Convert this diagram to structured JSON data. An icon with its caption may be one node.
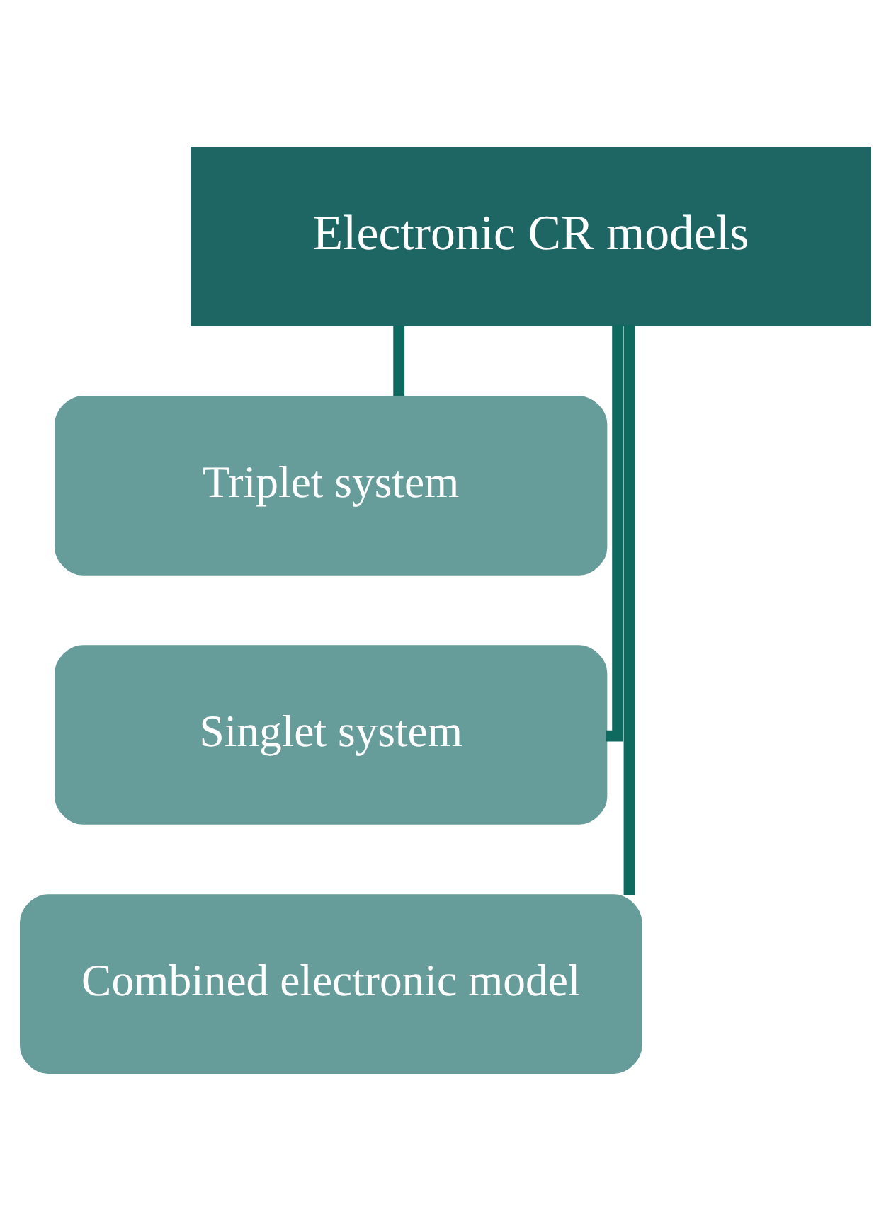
{
  "diagram": {
    "nodes": [
      {
        "text": [
          "Electronic CR models"
        ]
      },
      {
        "text": [
          "Triplet system"
        ]
      },
      {
        "text": [
          "Singlet system"
        ]
      },
      {
        "text": [
          "Combined electronic model"
        ]
      }
    ],
    "edges": [
      {
        "from": 0,
        "to": 1,
        "arrow": "none"
      },
      {
        "from": 0,
        "to": 2,
        "arrow": "none"
      },
      {
        "from": 0,
        "to": 3,
        "arrow": "none"
      }
    ]
  }
}
